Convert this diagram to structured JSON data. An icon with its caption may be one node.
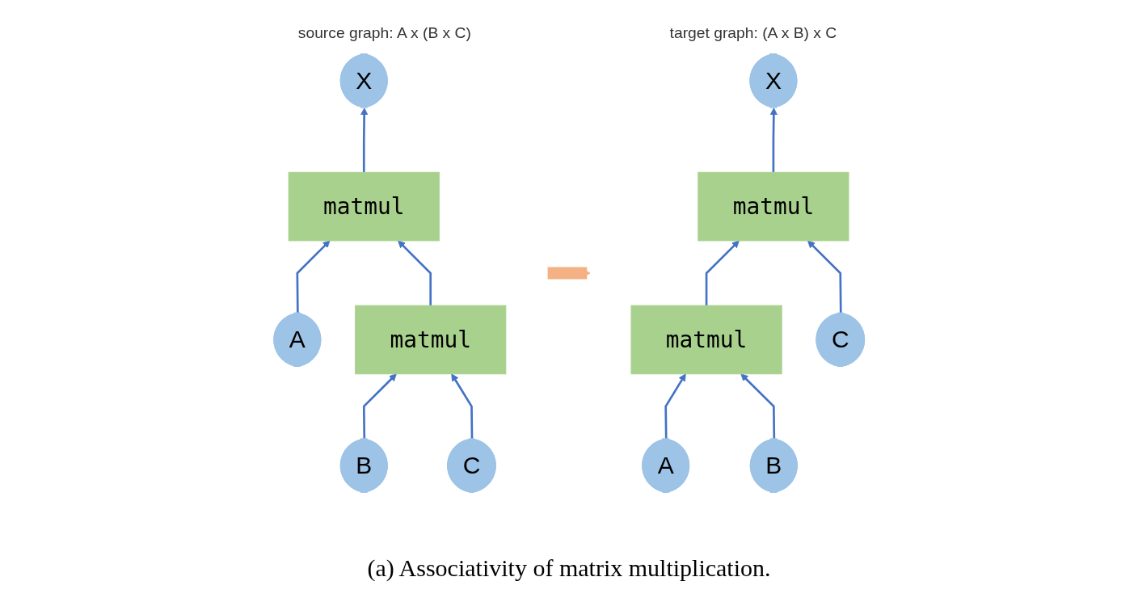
{
  "diagram": {
    "caption": "(a) Associativity of matrix multiplication.",
    "nodes": [
      {
        "text": [
          "source graph: A x (B x C)"
        ]
      },
      {
        "text": [
          "X"
        ],
        "in": 0
      },
      {
        "text": [
          "matmul"
        ],
        "in": 0
      },
      {
        "text": [
          "matmul"
        ],
        "in": 0
      },
      {
        "text": [
          "A"
        ],
        "in": 0
      },
      {
        "text": [
          "B"
        ],
        "in": 0
      },
      {
        "text": [
          "C"
        ],
        "in": 0
      },
      {
        "text": [
          "target graph: (A x B) x C"
        ]
      },
      {
        "text": [
          "X"
        ],
        "in": 7
      },
      {
        "text": [
          "matmul"
        ],
        "in": 7
      },
      {
        "text": [
          "matmul"
        ],
        "in": 7
      },
      {
        "text": [
          "A"
        ],
        "in": 7
      },
      {
        "text": [
          "B"
        ],
        "in": 7
      },
      {
        "text": [
          "C"
        ],
        "in": 7
      }
    ],
    "edges": [
      {
        "from": 2,
        "to": 1,
        "arrow": "to"
      },
      {
        "from": 4,
        "to": 2,
        "arrow": "to"
      },
      {
        "from": 3,
        "to": 2,
        "arrow": "to"
      },
      {
        "from": 5,
        "to": 3,
        "arrow": "to"
      },
      {
        "from": 6,
        "to": 3,
        "arrow": "to"
      },
      {
        "from": 0,
        "to": 7,
        "arrow": "to",
        "style": "thick",
        "color": "#f4b183"
      },
      {
        "from": 9,
        "to": 8,
        "arrow": "to"
      },
      {
        "from": 10,
        "to": 9,
        "arrow": "to"
      },
      {
        "from": 11,
        "to": 10,
        "arrow": "to"
      },
      {
        "from": 12,
        "to": 10,
        "arrow": "to"
      },
      {
        "from": 13,
        "to": 9,
        "arrow": "to"
      }
    ]
  }
}
